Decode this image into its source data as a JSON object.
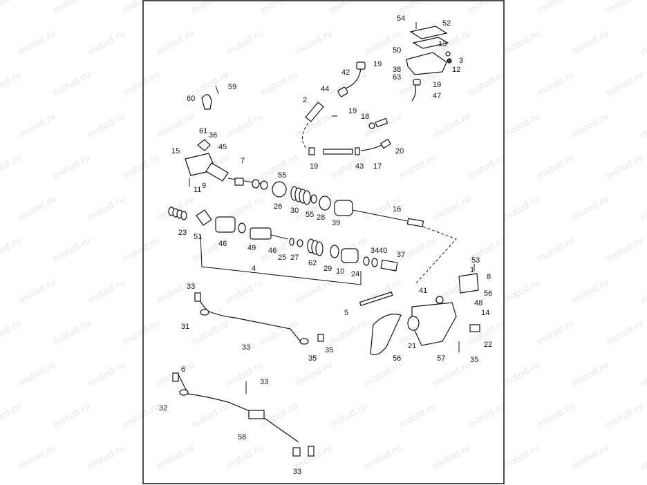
{
  "watermark": "motod.ru",
  "callouts": [
    "54",
    "52",
    "13",
    "50",
    "3",
    "12",
    "38",
    "63",
    "19",
    "47",
    "42",
    "19",
    "44",
    "2",
    "19",
    "18",
    "20",
    "19",
    "43",
    "17",
    "59",
    "60",
    "61",
    "36",
    "15",
    "45",
    "7",
    "11",
    "9",
    "55",
    "26",
    "30",
    "55",
    "28",
    "39",
    "16",
    "23",
    "51",
    "46",
    "49",
    "46",
    "25",
    "27",
    "62",
    "29",
    "10",
    "24",
    "34",
    "40",
    "37",
    "4",
    "53",
    "1",
    "8",
    "56",
    "41",
    "48",
    "5",
    "14",
    "22",
    "56",
    "21",
    "57",
    "35",
    "33",
    "31",
    "33",
    "35",
    "35",
    "6",
    "33",
    "32",
    "58",
    "33"
  ]
}
